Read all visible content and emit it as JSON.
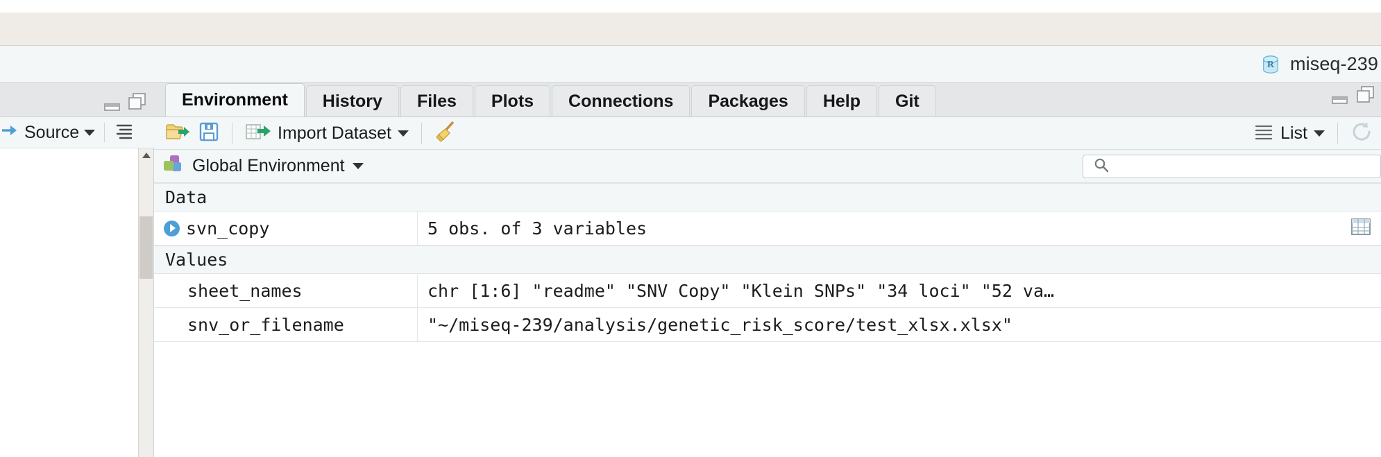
{
  "window": {
    "project_name": "miseq-239",
    "project_icon": "r-project-icon"
  },
  "source_pane": {
    "source_button_label": "Source",
    "minimize_icon": "minimize-icon",
    "maximize_icon": "maximize-icon",
    "outline_icon": "document-outline-icon",
    "source_icon": "source-arrow-icon",
    "scroll_up_icon": "scroll-up-arrow-icon"
  },
  "env_pane": {
    "tabs": [
      {
        "label": "Environment",
        "active": true
      },
      {
        "label": "History",
        "active": false
      },
      {
        "label": "Files",
        "active": false
      },
      {
        "label": "Plots",
        "active": false
      },
      {
        "label": "Connections",
        "active": false
      },
      {
        "label": "Packages",
        "active": false
      },
      {
        "label": "Help",
        "active": false
      },
      {
        "label": "Git",
        "active": false
      }
    ],
    "minimize_icon": "minimize-icon",
    "maximize_icon": "maximize-icon",
    "toolbar": {
      "load_workspace_icon": "open-folder-icon",
      "save_workspace_icon": "save-floppy-icon",
      "import_dataset_label": "Import Dataset",
      "import_dataset_icon": "import-dataset-icon",
      "clear_workspace_icon": "broom-icon",
      "view_mode_label": "List",
      "view_mode_icon": "list-lines-icon",
      "refresh_icon": "refresh-icon"
    },
    "selector": {
      "environment_label": "Global Environment",
      "environment_icon": "global-environment-icon",
      "search_placeholder": "",
      "search_value": "",
      "search_icon": "search-icon"
    },
    "table": {
      "sections": [
        {
          "title": "Data",
          "rows": [
            {
              "name": "svn_copy",
              "value": "5 obs. of 3 variables",
              "expandable": true,
              "has_grid_icon": true,
              "grid_icon": "view-table-icon",
              "indent": false
            }
          ]
        },
        {
          "title": "Values",
          "rows": [
            {
              "name": "sheet_names",
              "value": "chr [1:6] \"readme\" \"SNV Copy\" \"Klein SNPs\" \"34 loci\" \"52 va…",
              "expandable": false,
              "has_grid_icon": false,
              "indent": true
            },
            {
              "name": "snv_or_filename",
              "value": "\"~/miseq-239/analysis/genetic_risk_score/test_xlsx.xlsx\"",
              "expandable": false,
              "has_grid_icon": false,
              "indent": true
            }
          ]
        }
      ]
    }
  },
  "colors": {
    "accent_blue": "#4d9fd6",
    "toolbar_bg": "#f3f7f8",
    "tabbar_bg": "#e4e6e7",
    "menu_bg": "#efece8",
    "green_arrow": "#2aa36b",
    "folder_yellow": "#e8c25a"
  }
}
